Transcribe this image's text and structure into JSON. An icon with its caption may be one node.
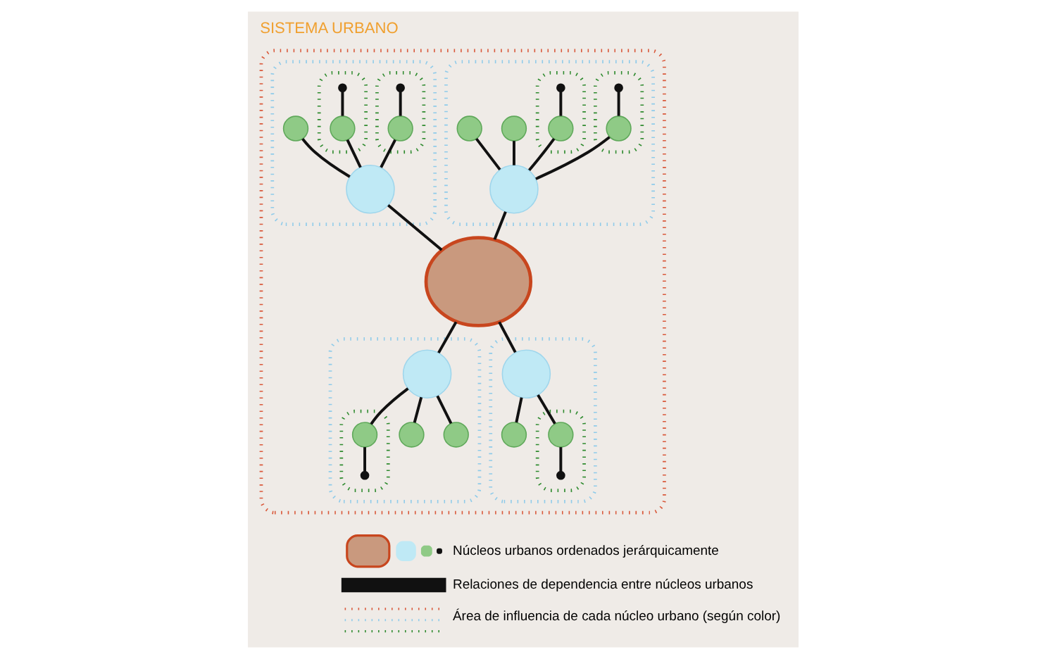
{
  "diagram": {
    "title": "SISTEMA URBANO",
    "nodes": [
      {
        "text": [],
        "shape": "area"
      },
      {
        "text": [],
        "shape": "area",
        "in": 0
      },
      {
        "text": [],
        "shape": "circle",
        "in": 1
      },
      {
        "text": [],
        "shape": "circle",
        "in": 1
      },
      {
        "text": [],
        "shape": "area",
        "in": 1
      },
      {
        "text": [],
        "shape": "circle",
        "in": 4
      },
      {
        "text": [],
        "shape": "dot",
        "in": 4
      },
      {
        "text": [],
        "shape": "area",
        "in": 1
      },
      {
        "text": [],
        "shape": "circle",
        "in": 7
      },
      {
        "text": [],
        "shape": "dot",
        "in": 7
      },
      {
        "text": [],
        "shape": "circle",
        "in": 1
      },
      {
        "text": [],
        "shape": "area",
        "in": 0
      },
      {
        "text": [],
        "shape": "circle",
        "in": 11
      },
      {
        "text": [],
        "shape": "circle",
        "in": 11
      },
      {
        "text": [],
        "shape": "area",
        "in": 11
      },
      {
        "text": [],
        "shape": "circle",
        "in": 14
      },
      {
        "text": [],
        "shape": "dot",
        "in": 14
      },
      {
        "text": [],
        "shape": "area",
        "in": 11
      },
      {
        "text": [],
        "shape": "circle",
        "in": 17
      },
      {
        "text": [],
        "shape": "dot",
        "in": 17
      },
      {
        "text": [],
        "shape": "circle",
        "in": 0
      },
      {
        "text": [],
        "shape": "area",
        "in": 0
      },
      {
        "text": [],
        "shape": "circle",
        "in": 21
      },
      {
        "text": [],
        "shape": "area",
        "in": 21
      },
      {
        "text": [],
        "shape": "circle",
        "in": 23
      },
      {
        "text": [],
        "shape": "dot",
        "in": 23
      },
      {
        "text": [],
        "shape": "circle",
        "in": 21
      },
      {
        "text": [],
        "shape": "circle",
        "in": 21
      },
      {
        "text": [],
        "shape": "area",
        "in": 0
      },
      {
        "text": [],
        "shape": "circle",
        "in": 28
      },
      {
        "text": [],
        "shape": "circle",
        "in": 28
      },
      {
        "text": [],
        "shape": "area",
        "in": 28
      },
      {
        "text": [],
        "shape": "circle",
        "in": 31
      },
      {
        "text": [],
        "shape": "dot",
        "in": 31
      }
    ],
    "edges": [
      {
        "from": 2,
        "to": 20,
        "arrow": "none"
      },
      {
        "from": 12,
        "to": 20,
        "arrow": "none"
      },
      {
        "from": 20,
        "to": 22,
        "arrow": "none"
      },
      {
        "from": 20,
        "to": 29,
        "arrow": "none"
      },
      {
        "from": 3,
        "to": 2,
        "arrow": "none"
      },
      {
        "from": 5,
        "to": 2,
        "arrow": "none"
      },
      {
        "from": 6,
        "to": 5,
        "arrow": "none"
      },
      {
        "from": 8,
        "to": 2,
        "arrow": "none"
      },
      {
        "from": 9,
        "to": 8,
        "arrow": "none"
      },
      {
        "from": 10,
        "to": 2,
        "arrow": "none"
      },
      {
        "from": 13,
        "to": 12,
        "arrow": "none"
      },
      {
        "from": 15,
        "to": 12,
        "arrow": "none"
      },
      {
        "from": 16,
        "to": 15,
        "arrow": "none"
      },
      {
        "from": 18,
        "to": 12,
        "arrow": "none"
      },
      {
        "from": 19,
        "to": 18,
        "arrow": "none"
      },
      {
        "from": 22,
        "to": 24,
        "arrow": "none"
      },
      {
        "from": 24,
        "to": 25,
        "arrow": "none"
      },
      {
        "from": 22,
        "to": 26,
        "arrow": "none"
      },
      {
        "from": 22,
        "to": 27,
        "arrow": "none"
      },
      {
        "from": 29,
        "to": 30,
        "arrow": "none"
      },
      {
        "from": 29,
        "to": 32,
        "arrow": "none"
      },
      {
        "from": 32,
        "to": 33,
        "arrow": "none"
      }
    ],
    "legend": [
      {
        "text": "Núcleos urbanos ordenados jerárquicamente"
      },
      {
        "text": "Relaciones de dependencia entre núcleos urbanos"
      },
      {
        "text": "Área de influencia de cada núcleo urbano (según color)"
      }
    ]
  }
}
